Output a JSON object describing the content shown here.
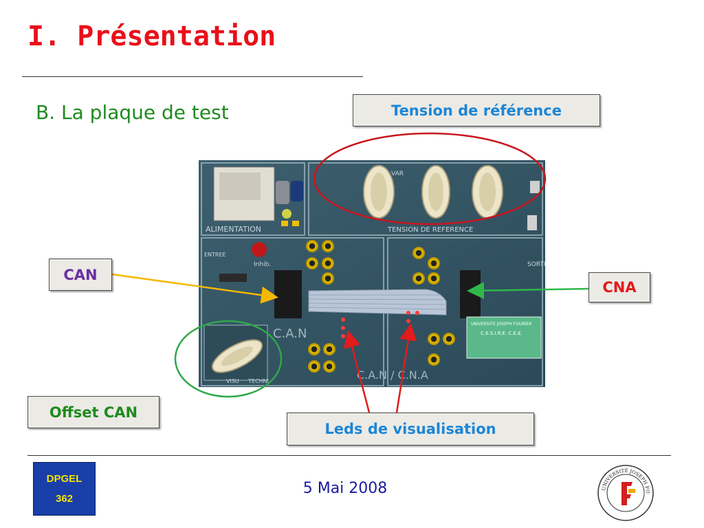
{
  "slide": {
    "title": "I. Présentation",
    "subtitle": "B. La plaque de test"
  },
  "labels": {
    "tension_reference": "Tension de référence",
    "can": "CAN",
    "cna": "CNA",
    "offset_can": "Offset CAN",
    "leds_visualisation": "Leds de visualisation"
  },
  "board": {
    "silkscreen_alimentation": "ALIMENTATION",
    "silkscreen_tension": "TENSION DE REFERENCE",
    "silkscreen_can": "C.A.N",
    "silkscreen_can_cna": "C.A.N / C.N.A",
    "silkscreen_entree": "ENTREE",
    "silkscreen_sortie": "SORTIE",
    "silkscreen_inhib": "Inhib.",
    "silkscreen_visu": "VISU",
    "silkscreen_techn": "TECHNI",
    "silkscreen_var": "VAR",
    "sticker_line1": "UNIVERSITE JOSEPH FOURIER",
    "sticker_line2": "C.E.S.I.R.E.  C.E.E."
  },
  "footer": {
    "badge_line1": "DPGEL",
    "badge_line2": "362",
    "date": "5 Mai 2008",
    "logo_text": "UNIVERSITÉ JOSEPH FOURIER"
  },
  "colors": {
    "title": "#e8101a",
    "subtitle": "#1f8a1f",
    "accent_blue": "#1c86d6",
    "can_purple": "#6a2fa3",
    "can_arrow": "#f5b800",
    "cna_arrow": "#2fb84a",
    "leds_arrow": "#e21b1b",
    "ellipse_red": "#c8161d",
    "ellipse_green": "#2fa84a",
    "badge_bg": "#1a3ea8",
    "badge_text": "#f2e300"
  }
}
